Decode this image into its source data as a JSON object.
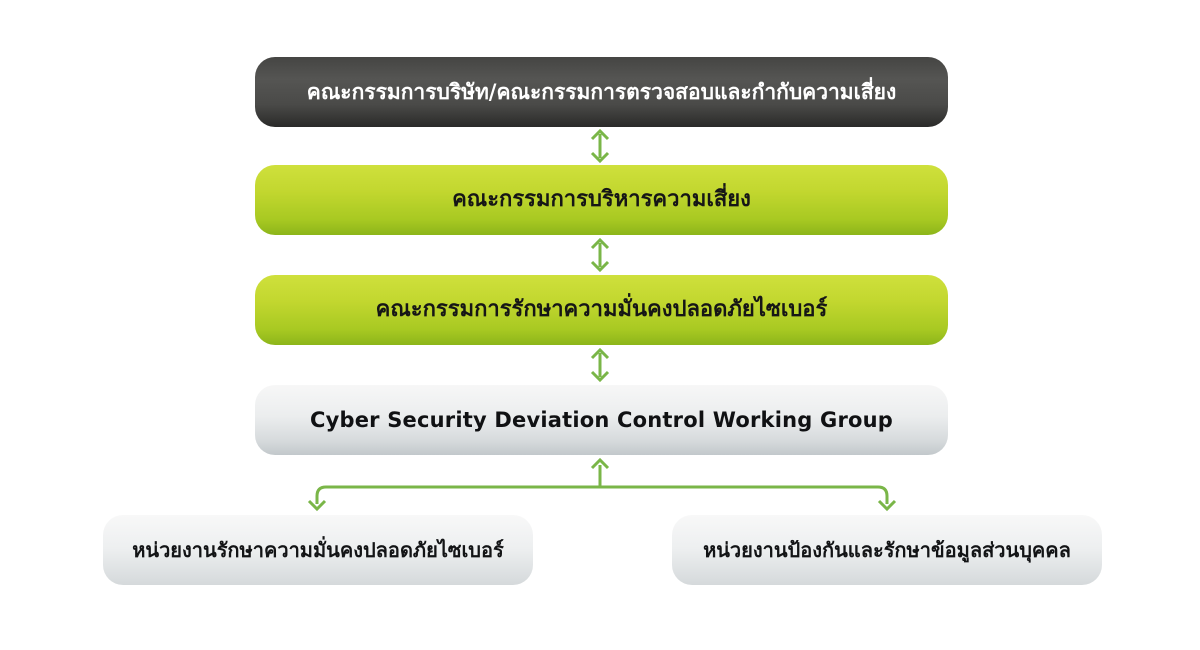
{
  "diagram": {
    "type": "org-chart",
    "language": "th",
    "levels": [
      {
        "id": "board-committee",
        "label": "คณะกรรมการบริษัท/คณะกรรมการตรวจสอบและกำกับความเสี่ยง",
        "style": "dark"
      },
      {
        "id": "risk-committee",
        "label": "คณะกรรมการบริหารความเสี่ยง",
        "style": "green"
      },
      {
        "id": "cyber-committee",
        "label": "คณะกรรมการรักษาความมั่นคงปลอดภัยไซเบอร์",
        "style": "green"
      },
      {
        "id": "working-group",
        "label": "Cyber Security Deviation Control Working Group",
        "style": "silver"
      }
    ],
    "units": [
      {
        "id": "cyber-security-unit",
        "label": "หน่วยงานรักษาความมั่นคงปลอดภัยไซเบอร์"
      },
      {
        "id": "data-protection-unit",
        "label": "หน่วยงานป้องกันและรักษาข้อมูลส่วนบุคคล"
      }
    ],
    "connections": [
      {
        "from": "board-committee",
        "to": "risk-committee",
        "type": "double-arrow"
      },
      {
        "from": "risk-committee",
        "to": "cyber-committee",
        "type": "double-arrow"
      },
      {
        "from": "cyber-committee",
        "to": "working-group",
        "type": "double-arrow"
      },
      {
        "from": "working-group",
        "to": "cyber-security-unit",
        "type": "branch-arrow"
      },
      {
        "from": "working-group",
        "to": "data-protection-unit",
        "type": "branch-arrow"
      }
    ]
  },
  "colors": {
    "arrow": "#7ab648",
    "dark_box": "#4a4a48",
    "green_box_top": "#cfe03c",
    "green_box_bottom": "#8cb51a",
    "silver_box": "#d6dadc",
    "background": "#ffffff"
  }
}
